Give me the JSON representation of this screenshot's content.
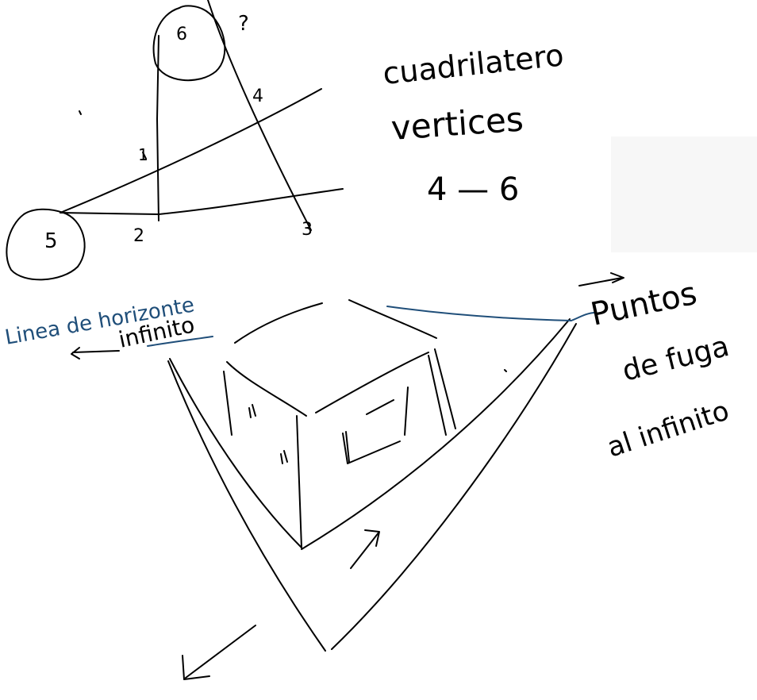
{
  "labels": {
    "n6": "6",
    "q": "?",
    "n4": "4",
    "n1": "1",
    "n5": "5",
    "n2": "2",
    "n3": "3",
    "title1": "cuadrilatero",
    "title2": "vertices",
    "title3": "4 — 6",
    "horizon1": "Linea de horizonte",
    "horizon2": "infinito",
    "vanish1": "Puntos",
    "vanish2": "de fuga",
    "vanish3": "al infinito"
  },
  "colors": {
    "ink": "#000000",
    "blue": "#1f4e79",
    "panel": "#f7f7f7"
  }
}
